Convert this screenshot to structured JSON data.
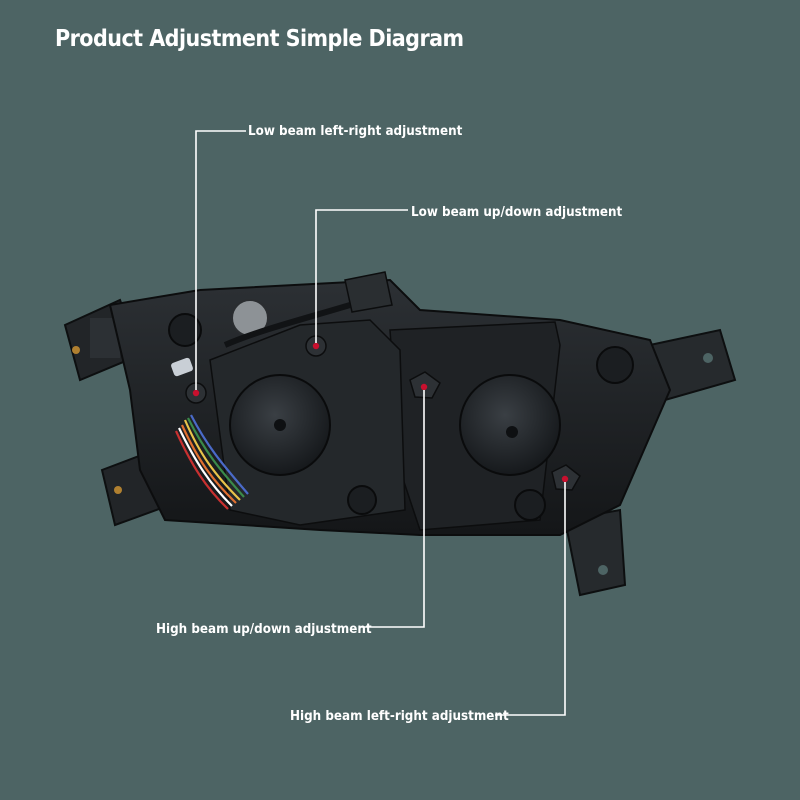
{
  "diagram": {
    "title": "Product Adjustment Simple Diagram",
    "callouts": [
      {
        "id": "low-beam-left-right",
        "label": "Low beam left-right adjustment"
      },
      {
        "id": "low-beam-up-down",
        "label": "Low beam up/down adjustment"
      },
      {
        "id": "high-beam-up-down",
        "label": "High beam up/down adjustment"
      },
      {
        "id": "high-beam-left-right",
        "label": "High beam left-right adjustment"
      }
    ]
  },
  "colors": {
    "background": "#4d6464",
    "leader_line": "#ffffff",
    "marker": "#c8102e",
    "housing": "#1c1f22"
  }
}
